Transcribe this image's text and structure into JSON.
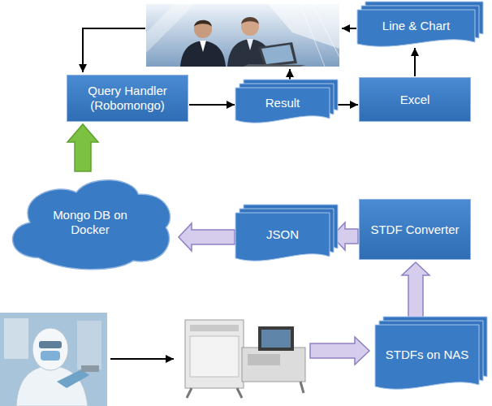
{
  "diagram": {
    "nodes": [
      {
        "text": [
          "Line & Chart"
        ]
      },
      {
        "text": [
          "Query Handler (Robomongo)"
        ]
      },
      {
        "text": [
          "Result"
        ]
      },
      {
        "text": [
          "Excel"
        ]
      },
      {
        "text": [
          "Mongo DB on Docker"
        ]
      },
      {
        "text": [
          "JSON"
        ]
      },
      {
        "text": [
          "STDF Converter"
        ]
      },
      {
        "text": [
          "STDFs on NAS"
        ]
      }
    ],
    "edges": [
      {
        "from": 1,
        "to": 2,
        "arrow": "to"
      },
      {
        "from": 2,
        "to": 3,
        "arrow": "to"
      },
      {
        "from": 3,
        "to": 0,
        "arrow": "to"
      },
      {
        "from": 7,
        "to": 6,
        "arrow": "to"
      },
      {
        "from": 6,
        "to": 5,
        "arrow": "to"
      },
      {
        "from": 5,
        "to": 4,
        "arrow": "to"
      },
      {
        "from": 4,
        "to": 1,
        "arrow": "to"
      }
    ]
  }
}
